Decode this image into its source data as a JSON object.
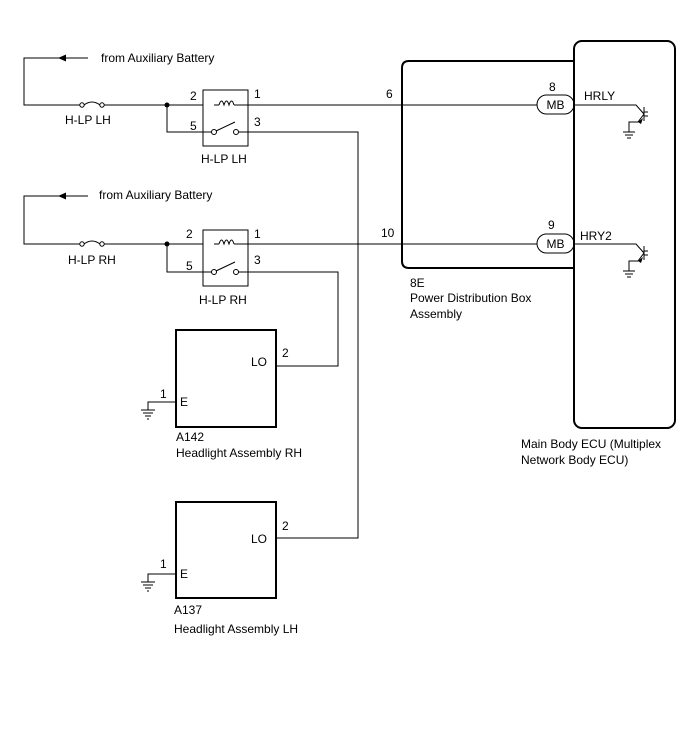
{
  "sources": {
    "lh": {
      "label": "from Auxiliary Battery",
      "fuse": "H-LP LH"
    },
    "rh": {
      "label": "from Auxiliary Battery",
      "fuse": "H-LP RH"
    }
  },
  "relays": {
    "lh": {
      "name": "H-LP LH",
      "pins": {
        "p1": "1",
        "p2": "2",
        "p3": "3",
        "p5": "5"
      }
    },
    "rh": {
      "name": "H-LP RH",
      "pins": {
        "p1": "1",
        "p2": "2",
        "p3": "3",
        "p5": "5"
      }
    }
  },
  "pdb": {
    "code": "8E",
    "name_line1": "Power Distribution Box",
    "name_line2": "Assembly",
    "pin_hrly": "6",
    "pin_hry2": "10"
  },
  "ecu": {
    "name_line1": "Main Body ECU (Multiplex",
    "name_line2": "Network Body ECU)",
    "connector_top": {
      "pin": "8",
      "label": "MB",
      "signal": "HRLY"
    },
    "connector_bottom": {
      "pin": "9",
      "label": "MB",
      "signal": "HRY2"
    }
  },
  "headlights": {
    "rh": {
      "code": "A142",
      "name": "Headlight Assembly RH",
      "terminal_lo": "LO",
      "pin_lo": "2",
      "terminal_e": "E",
      "pin_e": "1"
    },
    "lh": {
      "code": "A137",
      "name": "Headlight Assembly LH",
      "terminal_lo": "LO",
      "pin_lo": "2",
      "terminal_e": "E",
      "pin_e": "1"
    }
  }
}
